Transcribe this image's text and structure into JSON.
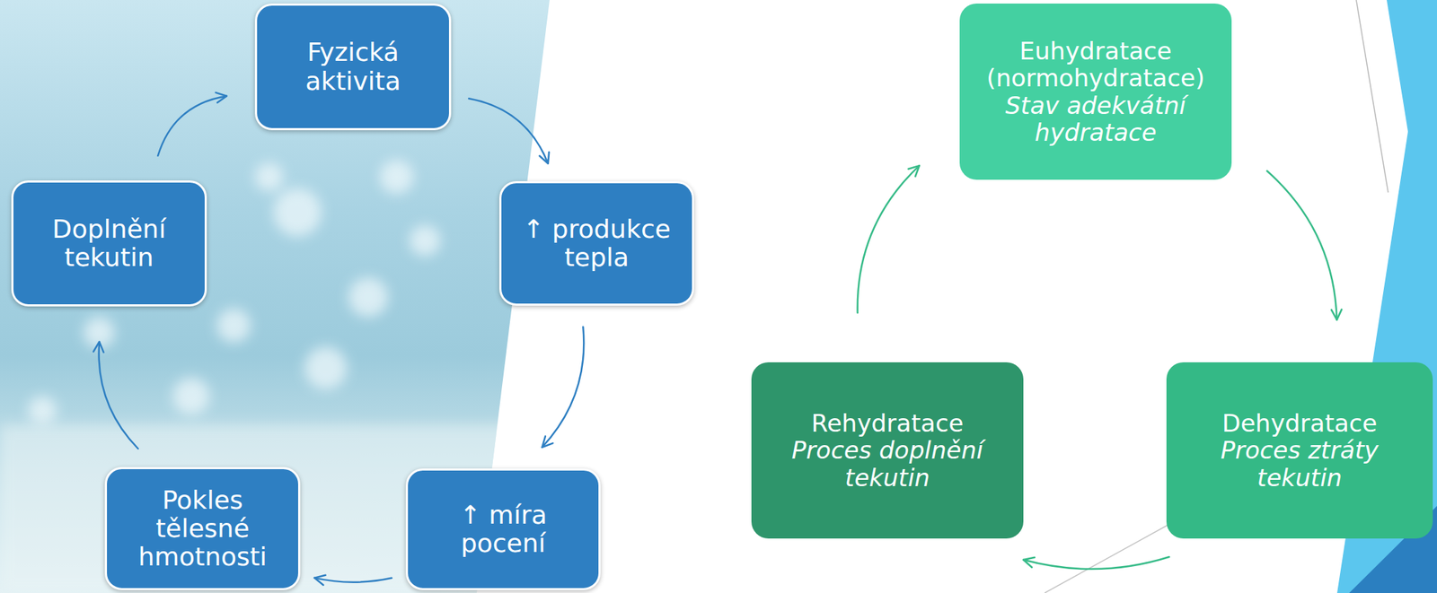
{
  "diagram": {
    "nodes": [
      {
        "text": [
          "Fyzická aktivita"
        ]
      },
      {
        "text": [
          "↑ produkce tepla"
        ]
      },
      {
        "text": [
          "↑ míra pocení"
        ]
      },
      {
        "text": [
          "Pokles tělesné hmotnosti"
        ]
      },
      {
        "text": [
          "Doplnění tekutin"
        ]
      },
      {
        "text": [
          "Euhydratace (normohydratace)",
          "Stav adekvátní hydratace"
        ]
      },
      {
        "text": [
          "Dehydratace",
          "Proces ztráty tekutin"
        ]
      },
      {
        "text": [
          "Rehydratace",
          "Proces doplnění tekutin"
        ]
      }
    ],
    "edges": [
      {
        "from": 0,
        "to": 1,
        "arrow": "to"
      },
      {
        "from": 1,
        "to": 2,
        "arrow": "to"
      },
      {
        "from": 2,
        "to": 3,
        "arrow": "to"
      },
      {
        "from": 3,
        "to": 4,
        "arrow": "to"
      },
      {
        "from": 4,
        "to": 0,
        "arrow": "to"
      },
      {
        "from": 5,
        "to": 6,
        "arrow": "to"
      },
      {
        "from": 6,
        "to": 7,
        "arrow": "to"
      },
      {
        "from": 7,
        "to": 5,
        "arrow": "to"
      }
    ]
  }
}
